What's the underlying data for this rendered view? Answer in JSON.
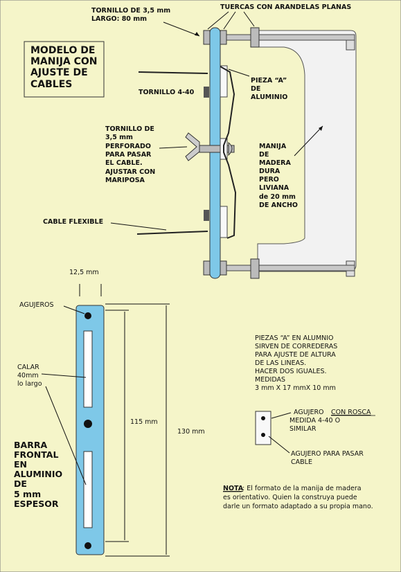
{
  "labels": {
    "tornillo_35": "TORNILLO DE 3,5 mm",
    "largo": "LARGO:  80 mm",
    "tuercas": "TUERCAS CON ARANDELAS PLANAS",
    "modelo": [
      "MODELO DE",
      "MANIJA CON",
      "AJUSTE DE",
      "CABLES"
    ],
    "pieza_a": [
      "PIEZA “A”",
      "DE",
      "ALUMINIO"
    ],
    "tornillo_440": "TORNILLO 4-40",
    "perforado": [
      "TORNILLO DE",
      "3,5 mm",
      "PERFORADO",
      "PARA PASAR",
      "EL CABLE.",
      "AJUSTAR CON",
      "MARIPOSA"
    ],
    "manija": [
      "MANIJA",
      "DE",
      "MADERA",
      "DURA",
      "PERO",
      "LIVIANA",
      "de 20 mm",
      "DE ANCHO"
    ],
    "cable_flexible": "CABLE FLEXIBLE",
    "ancho_barra": "12,5 mm",
    "agujeros": "AGUJEROS",
    "calar": [
      "CALAR",
      "40mm",
      "lo largo"
    ],
    "dim_115": "115 mm",
    "dim_130": "130 mm",
    "barra": [
      "BARRA",
      "FRONTAL",
      "EN",
      "ALUMINIO",
      "DE",
      "5 mm",
      "ESPESOR"
    ],
    "piezas_desc": [
      "PIEZAS “A”  EN ALUMNIO",
      "SIRVEN DE CORREDERAS",
      "PARA AJUSTE DE ALTURA",
      "DE LAS LINEAS.",
      "HACER DOS IGUALES.",
      "MEDIDAS",
      "3 mm X 17 mmX 10 mm"
    ],
    "agujero_con": "AGUJERO",
    "con_rosca": "CON ROSCA",
    "medida": [
      "MEDIDA 4-40 O",
      "SIMILAR"
    ],
    "agujero_pasar": [
      "AGUJERO PARA PASAR",
      "CABLE"
    ],
    "nota_label": "NOTA",
    "nota_text": [
      ":  El formato de la manija de madera",
      "es orientativo. Quien la construya puede",
      "darle un formato adaptado a su propia mano."
    ]
  },
  "colors": {
    "aluminio": "#7ec8e8",
    "fondo": "#f5f5c9",
    "madera": "#f2f2f2"
  }
}
